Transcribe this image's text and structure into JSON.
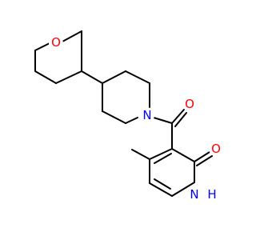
{
  "molecule": {
    "colors": {
      "bond": "#000000",
      "oxygen": "#ff0000",
      "nitrogen": "#0000ff",
      "carbon": "#000000"
    },
    "labels": {
      "oxygen_ring": "O",
      "nitrogen_piperidine": "N",
      "oxygen_carbonyl": "O",
      "oxygen_pyridone": "O",
      "nitrogen_pyridone": "N",
      "hydrogen_pyridone": "H"
    }
  }
}
